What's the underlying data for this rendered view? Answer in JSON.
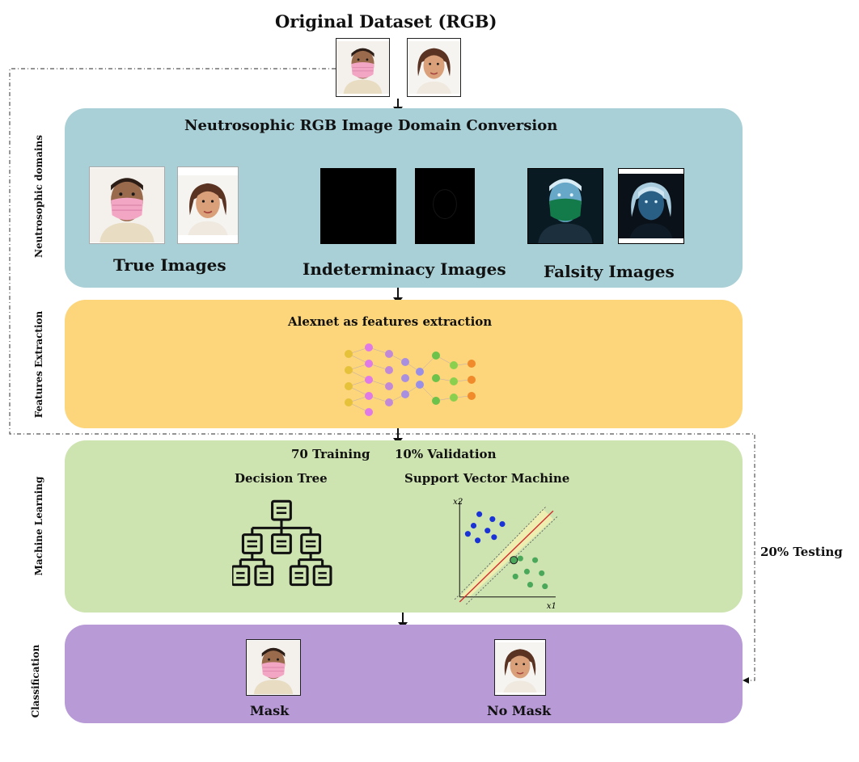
{
  "header": {
    "title": "Original Dataset (RGB)"
  },
  "domains_panel": {
    "side_label": "Neutrosophic domains",
    "title": "Neutrosophic RGB Image Domain Conversion",
    "groups": [
      {
        "label": "True Images"
      },
      {
        "label": "Indeterminacy Images"
      },
      {
        "label": "Falsity Images"
      }
    ]
  },
  "features_panel": {
    "side_label": "Features Extraction",
    "title": "Alexnet as features extraction"
  },
  "ml_panel": {
    "side_label": "Machine Learning",
    "training_label": "70 Training",
    "validation_label": "10% Validation",
    "dt_title": "Decision Tree",
    "svm_title": "Support Vector Machine",
    "svm_axis_x": "x1",
    "svm_axis_y": "x2"
  },
  "classification_panel": {
    "side_label": "Classification",
    "classes": [
      {
        "label": "Mask"
      },
      {
        "label": "No Mask"
      }
    ]
  },
  "testing_label": "20% Testing",
  "colors": {
    "domains_bg": "#a9d0d6",
    "features_bg": "#fdd57a",
    "ml_bg": "#cde3b0",
    "classification_bg": "#b79ad6"
  },
  "icons": [
    "masked-face",
    "unmasked-face",
    "neural-network",
    "decision-tree",
    "svm-plot"
  ]
}
